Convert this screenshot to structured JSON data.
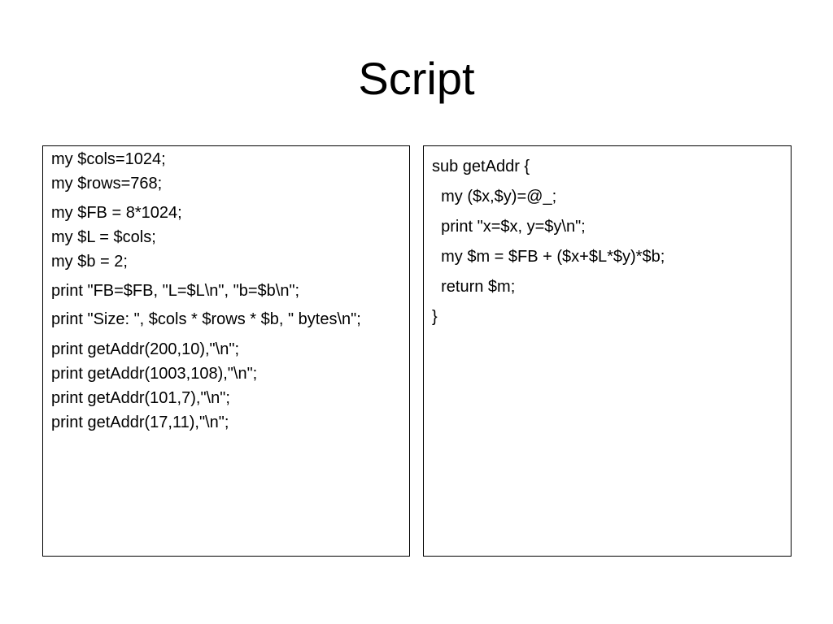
{
  "slide": {
    "title": "Script"
  },
  "left_box": {
    "lines": [
      "my $cols=1024;",
      "my $rows=768;",
      "",
      "my $FB = 8*1024;",
      "my $L = $cols;",
      "my $b = 2;",
      "",
      "print \"FB=$FB, \"L=$L\\n\", \"b=$b\\n\";",
      "",
      "print \"Size: \", $cols * $rows * $b, \" bytes\\n\";",
      "",
      "print getAddr(200,10),\"\\n\";",
      "print getAddr(1003,108),\"\\n\";",
      "print getAddr(101,7),\"\\n\";",
      "print getAddr(17,11),\"\\n\";"
    ]
  },
  "right_box": {
    "lines": [
      "sub getAddr {",
      "  my ($x,$y)=@_;",
      "  print \"x=$x, y=$y\\n\";",
      "  my $m = $FB + ($x+$L*$y)*$b;",
      "  return $m;",
      "}"
    ]
  }
}
